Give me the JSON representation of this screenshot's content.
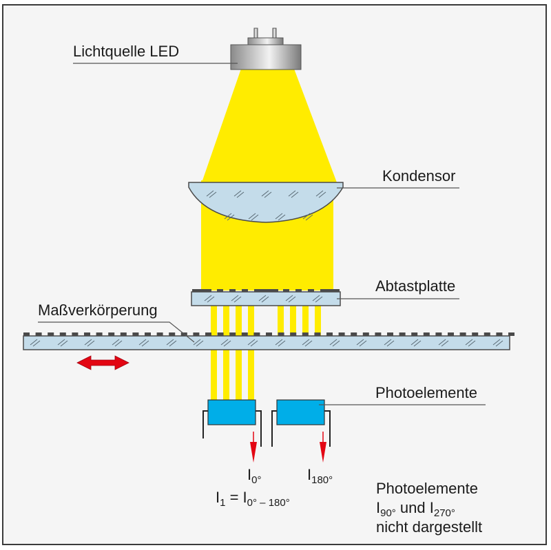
{
  "labels": {
    "light_source": "Lichtquelle LED",
    "condenser": "Kondensor",
    "scanning_reticle": "Abtastplatte",
    "scale": "Maßverkörperung",
    "photocells": "Photoelemente"
  },
  "signals": {
    "i0": {
      "main": "I",
      "sub": "0°"
    },
    "i180": {
      "main": "I",
      "sub": "180°"
    },
    "formula": {
      "lhs_main": "I",
      "lhs_sub": "1",
      "eq": " = ",
      "rhs_main": "I",
      "rhs_sub": "0°",
      "rhs_rest": " – 180°"
    }
  },
  "note": {
    "line1": "Photoelemente",
    "line2_a_main": "I",
    "line2_a_sub": "90°",
    "line2_mid": " und ",
    "line2_b_main": "I",
    "line2_b_sub": "270°",
    "line3": "nicht dargestellt"
  },
  "colors": {
    "light": "#ffec00",
    "glass": "#c4dcea",
    "glass_edge": "#4a4a4a",
    "grating": "#4a4a4a",
    "photocell": "#00aee8",
    "arrow_red": "#e30613",
    "background": "#f5f5f5"
  }
}
